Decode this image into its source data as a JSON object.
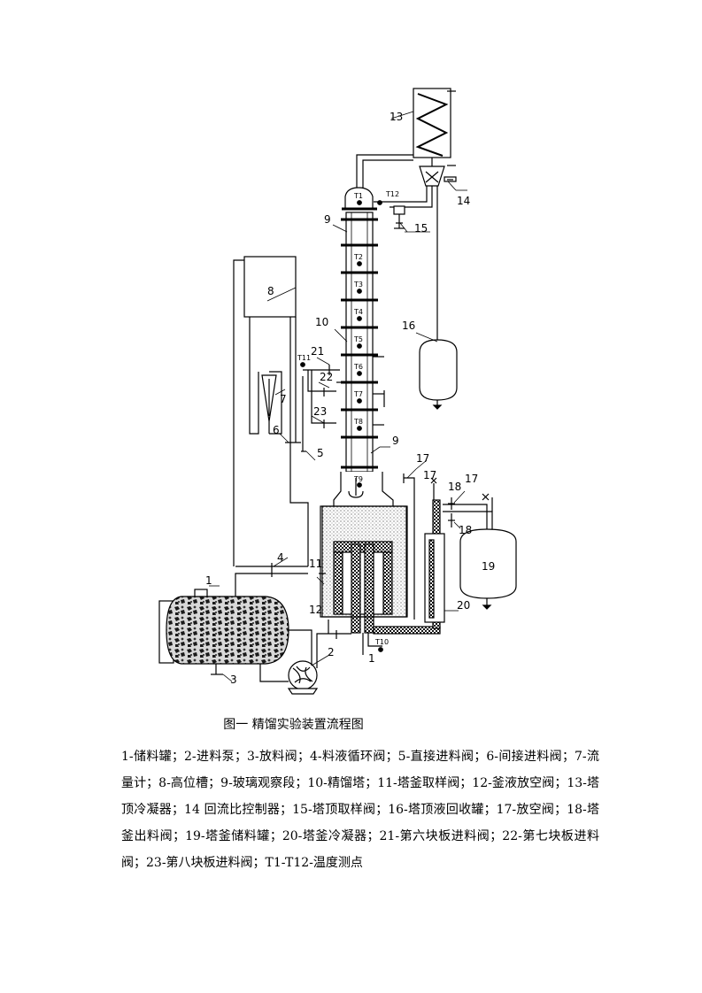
{
  "figure": {
    "caption": "图一   精馏实验装置流程图",
    "legend": "1-储料罐；2-进料泵；3-放料阀；4-料液循环阀；5-直接进料阀；6-间接进料阀；7-流量计；8-高位槽；9-玻璃观察段；10-精馏塔；11-塔釜取样阀；12-釜液放空阀；13-塔顶冷凝器；14 回流比控制器；15-塔顶取样阀；16-塔顶液回收罐；17-放空阀；18-塔釜出料阀；19-塔釜储料罐；20-塔釜冷凝器；21-第六块板进料阀；22-第七块板进料阀；23-第八块板进料阀；T1-T12-温度测点"
  },
  "labels": {
    "n1": "1",
    "n1b": "1",
    "n2": "2",
    "n3": "3",
    "n4": "4",
    "n5": "5",
    "n6": "6",
    "n7": "7",
    "n8": "8",
    "n9a": "9",
    "n9b": "9",
    "n10": "10",
    "n11": "11",
    "n12": "12",
    "n13": "13",
    "n14": "14",
    "n15": "15",
    "n16": "16",
    "n17a": "17",
    "n17b": "17",
    "n17c": "17",
    "n18a": "18",
    "n18b": "18",
    "n19": "19",
    "n20": "20",
    "n21": "21",
    "n22": "22",
    "n23": "23"
  },
  "temperature_points": {
    "t1": "T1",
    "t2": "T2",
    "t3": "T3",
    "t4": "T4",
    "t5": "T5",
    "t6": "T6",
    "t7": "T7",
    "t8": "T8",
    "t9": "T9",
    "t10": "T10",
    "t11": "T11",
    "t12": "T12"
  }
}
